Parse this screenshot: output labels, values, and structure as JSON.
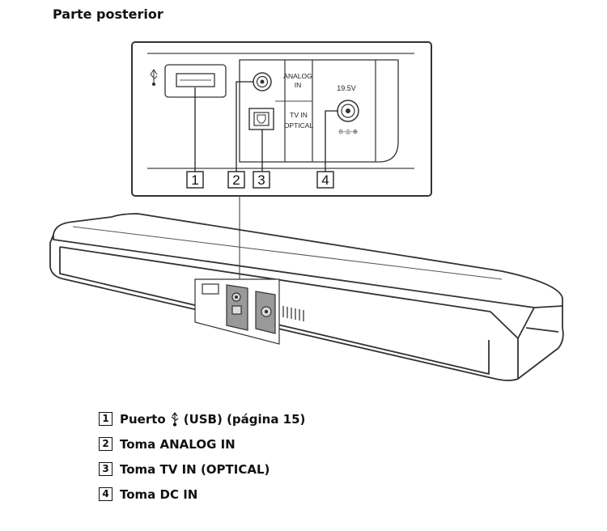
{
  "title": "Parte posterior",
  "panel": {
    "analog_line1": "ANALOG",
    "analog_line2": "IN",
    "tv_in": "TV IN",
    "optical": "OPTICAL",
    "voltage": "19.5V",
    "polarity": "⊖-◎-⊕",
    "usb_symbol": "⚲"
  },
  "callouts": [
    "1",
    "2",
    "3",
    "4"
  ],
  "legend": [
    {
      "num": "1",
      "prefix": "Puerto",
      "suffix": "(USB) (página 15)",
      "icon": "usb-icon"
    },
    {
      "num": "2",
      "text": "Toma ANALOG IN"
    },
    {
      "num": "3",
      "text": "Toma TV IN (OPTICAL)"
    },
    {
      "num": "4",
      "text": "Toma DC IN"
    }
  ]
}
